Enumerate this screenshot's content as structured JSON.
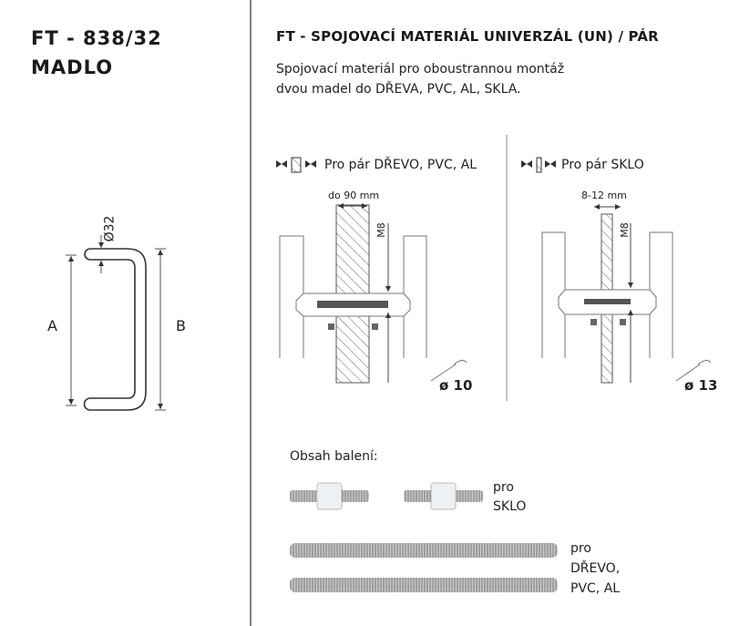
{
  "product": {
    "code": "FT - 838/32",
    "name": "MADLO"
  },
  "handle_drawing": {
    "label_a": "A",
    "label_b": "B",
    "diameter": "Ø32"
  },
  "section": {
    "title": "FT - SPOJOVACÍ MATERIÁL UNIVERZÁL (UN) / PÁR",
    "description_line1": "Spojovací materiál pro oboustrannou montáž",
    "description_line2": "dvou madel do DŘEVA, PVC, AL, SKLA."
  },
  "variants": [
    {
      "label": "Pro pár DŘEVO, PVC, AL",
      "thickness": "do 90 mm",
      "thread": "M8",
      "drill": "ø 10"
    },
    {
      "label": "Pro pár SKLO",
      "thickness": "8-12 mm",
      "thread": "M8",
      "drill": "ø 13"
    }
  ],
  "package": {
    "heading": "Obsah balení:",
    "glass_label_1": "pro",
    "glass_label_2": "SKLO",
    "wood_label_1": "pro",
    "wood_label_2": "DŘEVO,",
    "wood_label_3": "PVC, AL"
  }
}
